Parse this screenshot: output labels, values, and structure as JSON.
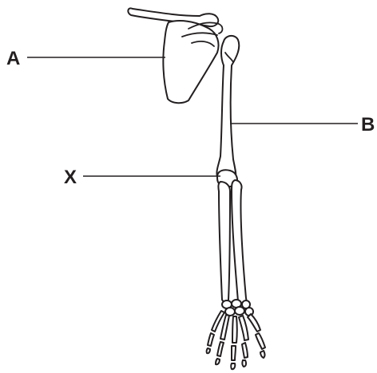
{
  "diagram": {
    "labels": {
      "a": "A",
      "b": "B",
      "x": "X"
    },
    "colors": {
      "line": "#231f20",
      "fill": "#ffffff",
      "background": "#ffffff"
    }
  }
}
